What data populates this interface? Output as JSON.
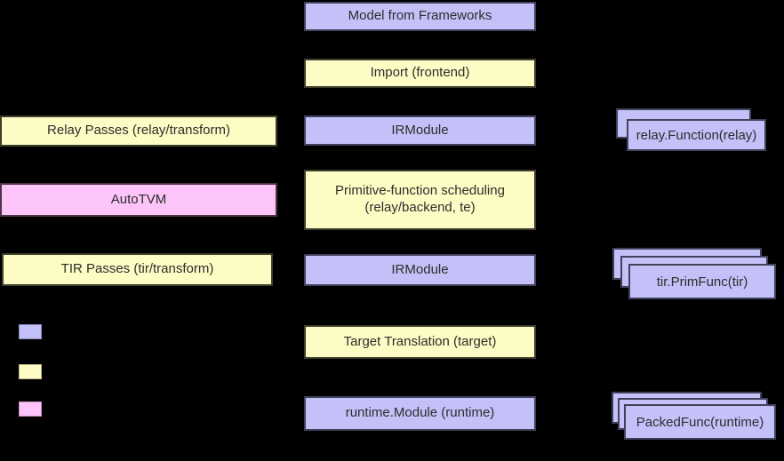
{
  "colors": {
    "background": "#000000",
    "purple_fill": "#c3c1f8",
    "yellow_fill": "#fdfcc4",
    "pink_fill": "#fcc4f8",
    "text": "#2d2d2d"
  },
  "flow": {
    "model_from_frameworks": "Model from Frameworks",
    "import_frontend": "Import (frontend)",
    "irmodule_1": "IRModule",
    "primitive_scheduling_line1": "Primitive-function scheduling",
    "primitive_scheduling_line2": "(relay/backend, te)",
    "irmodule_2": "IRModule",
    "target_translation": "Target Translation (target)",
    "runtime_module": "runtime.Module (runtime)"
  },
  "passes": {
    "relay_passes": "Relay Passes (relay/transform)",
    "autotvm": "AutoTVM",
    "tir_passes": "TIR Passes (tir/transform)"
  },
  "artifacts": {
    "relay_function": "relay.Function(relay)",
    "tir_primfunc": "tir.PrimFunc(tir)",
    "packed_func": "PackedFunc(runtime)"
  },
  "legend": {
    "swatches": [
      "purple",
      "yellow",
      "pink"
    ]
  }
}
